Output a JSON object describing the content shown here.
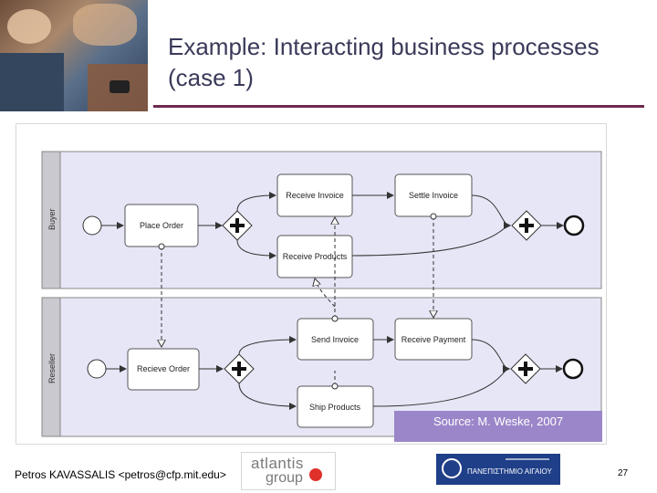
{
  "slide": {
    "title": "Example: Interacting business processes (case 1)",
    "source": "Source: M. Weske, 2007",
    "author": "Petros KAVASSALIS <petros@cfp.mit.edu>",
    "page_number": "27"
  },
  "logos": {
    "atlantis_word1": "atlantis",
    "atlantis_word2": "group",
    "aegean": "ΠΑΝΕΠΙΣΤΗΜΙΟ ΑΙΓΑΙΟΥ"
  },
  "diagram": {
    "colors": {
      "pool_fill": "#e6e6f7",
      "pool_label_fill": "#c9c9cf",
      "task_stroke": "#555555",
      "accent_purple": "#9b86c9",
      "rule": "#6e2a4f"
    },
    "pools": [
      {
        "label": "Buyer",
        "tasks": [
          "Place Order",
          "Receive Invoice",
          "Settle Invoice",
          "Receive Products"
        ]
      },
      {
        "label": "Reseller",
        "tasks": [
          "Recieve Order",
          "Send Invoice",
          "Receive Payment",
          "Ship Products"
        ]
      }
    ]
  }
}
